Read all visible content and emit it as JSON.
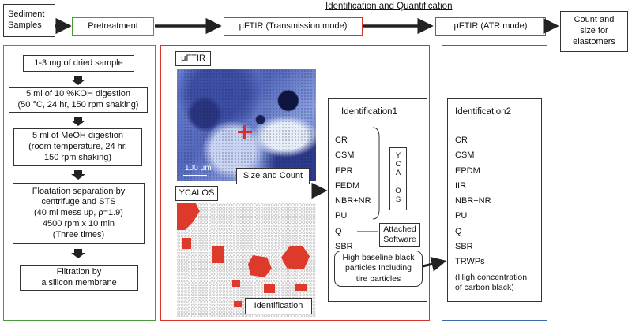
{
  "header": {
    "section_title": "Identification and Quantification"
  },
  "top_flow": {
    "sediment": [
      "Sediment",
      "Samples"
    ],
    "pretreatment": "Pretreatment",
    "transmission": "μFTIR (Transmission mode)",
    "atr": "μFTIR (ATR mode)",
    "result": [
      "Count and",
      "size for",
      "elastomers"
    ]
  },
  "pretreatment_steps": [
    [
      "1-3 mg of dried sample"
    ],
    [
      "5 ml of 10 %KOH digestion",
      "(50 °C, 24 hr, 150 rpm shaking)"
    ],
    [
      "5 ml of MeOH digestion",
      "(room temperature, 24 hr,",
      "150 rpm shaking)"
    ],
    [
      "Floatation separation by",
      "centrifuge and STS",
      "(40 ml mess up, ρ=1.9)",
      "4500 rpm x 10 min",
      "(Three times)"
    ],
    [
      "Filtration by",
      "a silicon membrane"
    ]
  ],
  "microscope": {
    "panel_label": "μFTIR",
    "scale_bar": "100 μm",
    "caption": "Size and Count"
  },
  "ycalos_panel": {
    "panel_label": "YCALOS",
    "caption": "Identification"
  },
  "identification1": {
    "title": "Identification1",
    "items": [
      "CR",
      "CSM",
      "EPR",
      "FEDM",
      "NBR+NR",
      "PU",
      "Q",
      "SBR"
    ],
    "ycalos_letters": [
      "Y",
      "C",
      "A",
      "L",
      "O",
      "S"
    ],
    "software_label": [
      "Attached",
      "Software"
    ],
    "note": [
      "High baseline black",
      "particles Including",
      "tire particles"
    ]
  },
  "identification2": {
    "title": "Identification2",
    "items": [
      "CR",
      "CSM",
      "EPDM",
      "IIR",
      "NBR+NR",
      "PU",
      "Q",
      "SBR",
      "TRWPs"
    ],
    "note": [
      "(High concentration",
      "of carbon black)"
    ]
  },
  "colors": {
    "green": "#4a9a3a",
    "red": "#d9342b",
    "blue": "#3a6aa8",
    "arrow": "#222222",
    "spectral_red": "#dd3a2c"
  }
}
